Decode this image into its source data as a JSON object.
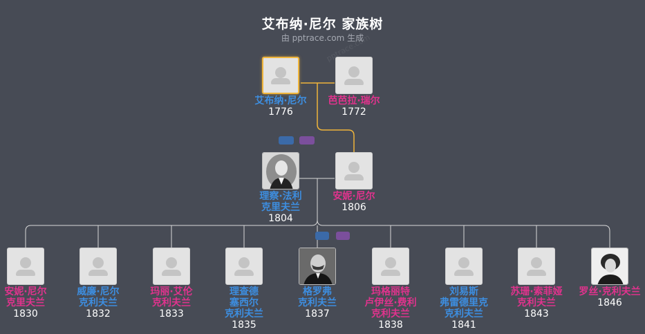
{
  "header": {
    "title": "艾布纳·尼尔 家族树",
    "subtitle": "由 pptrace.com 生成",
    "watermark": "pptrace.com"
  },
  "colors": {
    "male": "#3d8ee0",
    "female": "#e0338d",
    "selected_border": "#f0b53b",
    "background": "#474b55",
    "line": "#d9d9d9",
    "highlight_line": "#f0b53b"
  },
  "grandparents": [
    {
      "name": "艾布纳·尼尔",
      "year": "1776",
      "gender": "m",
      "photo": "placeholder",
      "selected": true
    },
    {
      "name": "芭芭拉·瑞尔",
      "year": "1772",
      "gender": "f",
      "photo": "placeholder",
      "selected": false
    }
  ],
  "parents": [
    {
      "name_lines": [
        "理察·法利",
        "克里夫兰"
      ],
      "year": "1804",
      "gender": "m",
      "photo": "portrait-man"
    },
    {
      "name_lines": [
        "安妮·尼尔"
      ],
      "year": "1806",
      "gender": "f",
      "photo": "placeholder"
    }
  ],
  "children": [
    {
      "name_lines": [
        "安妮·尼尔",
        "克里夫兰"
      ],
      "year": "1830",
      "gender": "f",
      "photo": "placeholder"
    },
    {
      "name_lines": [
        "威廉·尼尔",
        "克利夫兰"
      ],
      "year": "1832",
      "gender": "m",
      "photo": "placeholder"
    },
    {
      "name_lines": [
        "玛丽·艾伦",
        "克利夫兰"
      ],
      "year": "1833",
      "gender": "f",
      "photo": "placeholder"
    },
    {
      "name_lines": [
        "理查德",
        "塞西尔",
        "克利夫兰"
      ],
      "year": "1835",
      "gender": "m",
      "photo": "placeholder"
    },
    {
      "name_lines": [
        "格罗弗",
        "克利夫兰"
      ],
      "year": "1837",
      "gender": "m",
      "photo": "portrait-man2"
    },
    {
      "name_lines": [
        "玛格丽特",
        "卢伊丝·费利",
        "克利夫兰"
      ],
      "year": "1838",
      "gender": "f",
      "photo": "placeholder"
    },
    {
      "name_lines": [
        "刘易斯",
        "弗雷德里克",
        "克利夫兰"
      ],
      "year": "1841",
      "gender": "m",
      "photo": "placeholder"
    },
    {
      "name_lines": [
        "苏珊·索菲娅",
        "克利夫兰"
      ],
      "year": "1843",
      "gender": "f",
      "photo": "placeholder"
    },
    {
      "name_lines": [
        "罗丝·克利夫兰"
      ],
      "year": "1846",
      "gender": "f",
      "photo": "portrait-woman"
    }
  ],
  "icons": {
    "placeholder": "person-placeholder-icon",
    "expand_chip": "expand-chip-icon"
  }
}
